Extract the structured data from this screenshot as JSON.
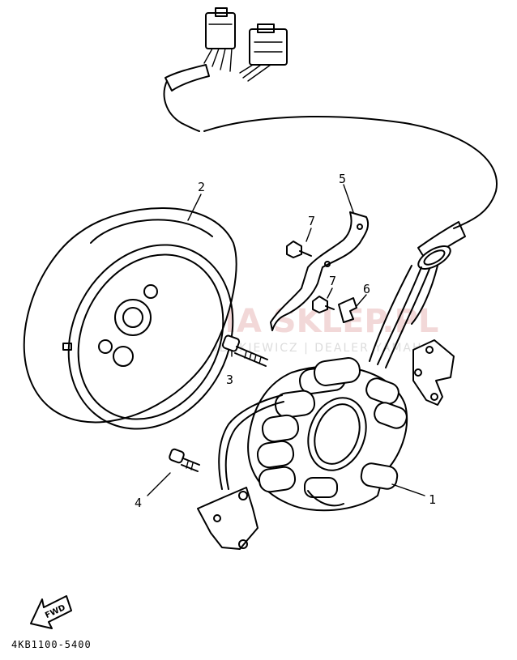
{
  "callouts": [
    "1",
    "2",
    "3",
    "4",
    "5",
    "6",
    "7",
    "7"
  ],
  "direction_badge": "FWD",
  "diagram_code": "4KB1100-5400",
  "watermark": {
    "brand": "YAMA SKLEP.PL",
    "subtitle": "WOJ. ŁODZKIEWICZ | DEALER YAMAHA"
  }
}
